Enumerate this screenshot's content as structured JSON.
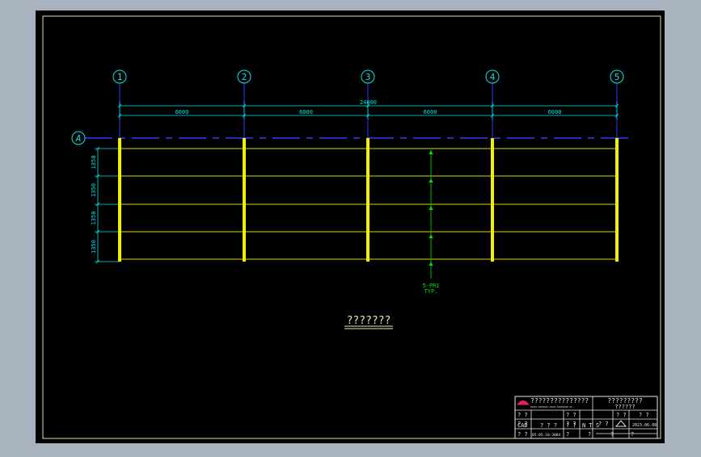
{
  "colors": {
    "app_background": "#a9b3bf",
    "paper": "#000000",
    "border": "#d7e4a0",
    "grid_bubble": "#00e6e6",
    "dimension": "#00e6e6",
    "gridline_dash": "#2a3cff",
    "column": "#f0f000",
    "purlin": "#d8d800",
    "brace": "#00e000",
    "title_text": "#e8e8b0",
    "table_line": "#e8e8e8",
    "table_text": "#e8e8e8",
    "logo": "#e0206a"
  },
  "icons": {
    "logo": "company-logo-icon",
    "revision": "revision-triangle-icon"
  },
  "grid": {
    "columns": [
      "1",
      "2",
      "3",
      "4",
      "5"
    ],
    "row": "A"
  },
  "dimensions": {
    "overall": "24000",
    "bays": [
      "6000",
      "6000",
      "6000",
      "6000"
    ],
    "purlin_spacing": [
      "1350",
      "1350",
      "1350",
      "1350"
    ]
  },
  "annotation": {
    "line1": "5-PR1",
    "line2": "TYP."
  },
  "drawing_title": "???????",
  "title_block": {
    "company": "???????????????",
    "company_en": "XXXXX XXXXXXXX XXXXX XXXXXXXXX XX.,",
    "project": "?????????",
    "project_sub": "??????",
    "r1": [
      "? ?",
      "? ?",
      "? ?",
      "? ?"
    ],
    "r2": [
      "? ?",
      "? ?",
      "? ?"
    ],
    "r3": [
      "CAD",
      "? ? ?",
      "? ?",
      "N T S",
      "2023.06.08"
    ],
    "r4": [
      "? ?",
      "05-05-10-3004",
      "?",
      "?",
      "?",
      "?"
    ]
  }
}
